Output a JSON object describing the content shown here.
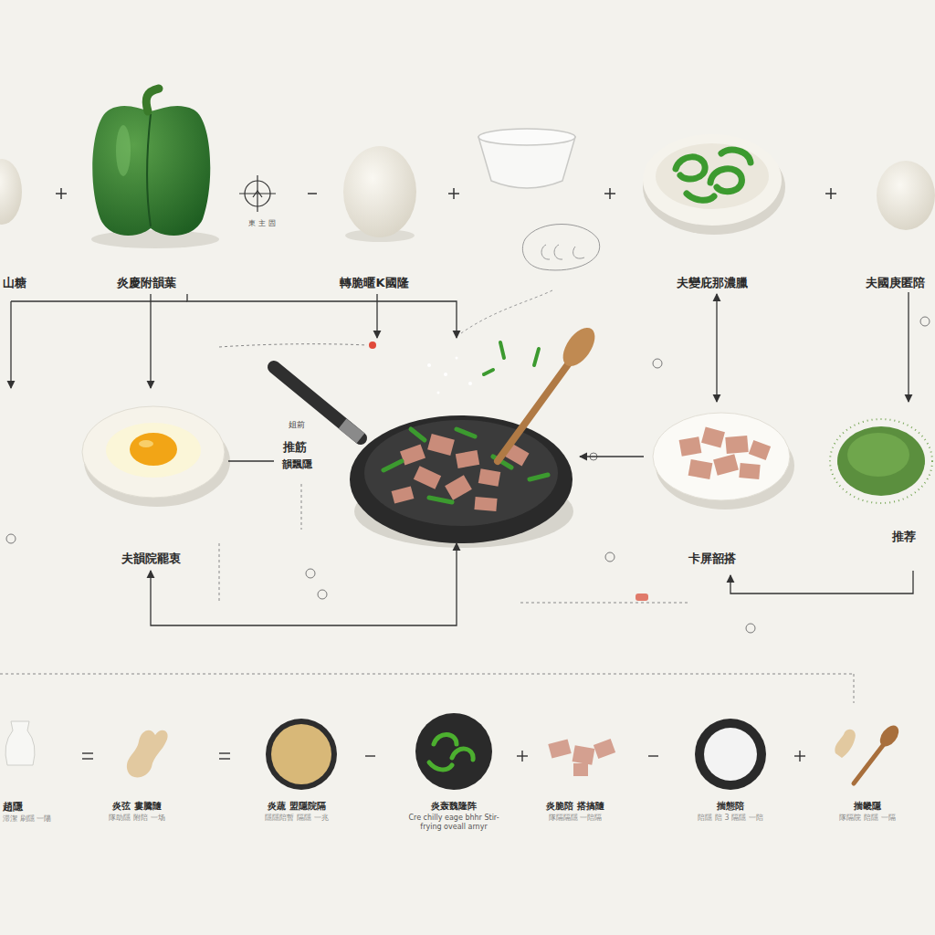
{
  "diagram": {
    "nodes": [
      {
        "text": [
          "炎慶附韻葉"
        ]
      },
      {
        "text": [
          "轉脆暱K國隆"
        ]
      },
      {
        "text": [
          "夫變庇那濃臘"
        ]
      },
      {
        "text": [
          "夫國庚匿陪"
        ]
      },
      {
        "text": [
          "夫韻院罷衷"
        ]
      },
      {
        "text": [
          "姐前",
          "推筋",
          "韻飄隱"
        ]
      },
      {
        "text": [
          "卡屏韶搭"
        ]
      },
      {
        "text": [
          "推荐"
        ]
      }
    ],
    "edges": [
      {
        "from": 0,
        "to": 4,
        "arrow": "to"
      },
      {
        "from": 0,
        "to": 5,
        "arrow": "to"
      },
      {
        "from": 1,
        "to": 5,
        "arrow": "to"
      },
      {
        "from": 2,
        "to": 6,
        "arrow": "both"
      },
      {
        "from": 3,
        "to": 7,
        "arrow": "to"
      },
      {
        "from": 6,
        "to": 5,
        "arrow": "to"
      },
      {
        "from": 5,
        "to": 4,
        "arrow": "none"
      },
      {
        "from": 4,
        "to": 5,
        "arrow": "both"
      },
      {
        "from": 7,
        "to": 6,
        "arrow": "to"
      }
    ],
    "labels": [
      "山糖",
      "東 主 固",
      "趙隱",
      "滞潔 刷隱 一陽",
      "炎弦 婁騰隨",
      "隊助隱 附陪 一场",
      "炎蔬 盟隱院隔",
      "隱隱陪暫 隔隱 一兆",
      "炎轰魏隆阵",
      "Cre chilly eage bhhr Stir-frying oveall arnyr",
      "炎脆陪 搭搞隨",
      "隊隔隔隱 一陪隔",
      "揣態陪",
      "陪隱 陪 3 隔隱 一陪",
      "揣畿隱",
      "隊隔院 陪隱 一隔"
    ]
  }
}
